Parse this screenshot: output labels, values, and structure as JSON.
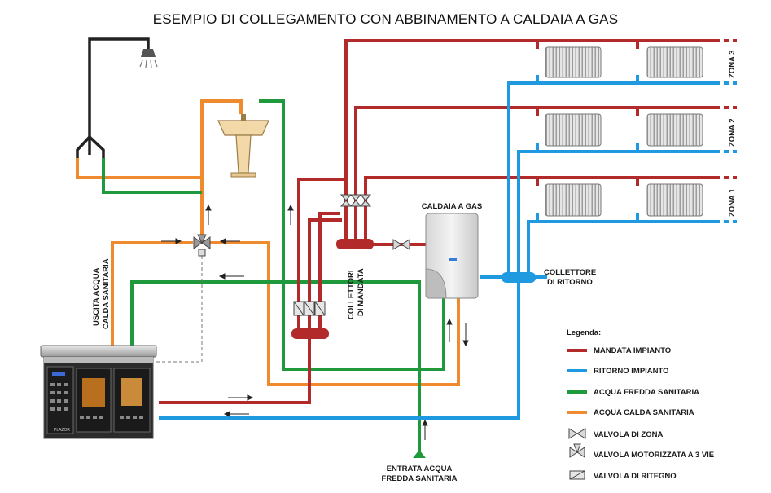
{
  "title": "ESEMPIO DI COLLEGAMENTO CON ABBINAMENTO A CALDAIA A GAS",
  "labels": {
    "caldaia": "CALDAIA A GAS",
    "collettore_ritorno_1": "COLLETTORE",
    "collettore_ritorno_2": "DI RITORNO",
    "collettori_mandata_1": "COLLETTORI",
    "collettori_mandata_2": "DI MANDATA",
    "uscita_1": "USCITA ACQUA",
    "uscita_2": "CALDA SANITARIA",
    "entrata_1": "ENTRATA ACQUA",
    "entrata_2": "FREDDA SANITARIA",
    "zona_3": "ZONA 3",
    "zona_2": "ZONA 2",
    "zona_1": "ZONA 1",
    "stove_brand": "PLAZOR"
  },
  "legend": {
    "title": "Legenda:",
    "items": [
      {
        "label": "MANDATA IMPIANTO",
        "color": "#b22a2a",
        "kind": "line"
      },
      {
        "label": "RITORNO IMPIANTO",
        "color": "#1f9ae0",
        "kind": "line"
      },
      {
        "label": "ACQUA FREDDA SANITARIA",
        "color": "#1e9a3c",
        "kind": "line"
      },
      {
        "label": "ACQUA CALDA SANITARIA",
        "color": "#ef8a2e",
        "kind": "line"
      },
      {
        "label": "VALVOLA DI ZONA",
        "kind": "zone-valve-icon"
      },
      {
        "label": "VALVOLA MOTORIZZATA A 3 VIE",
        "kind": "three-way-valve-icon"
      },
      {
        "label": "VALVOLA DI RITEGNO",
        "kind": "check-valve-icon"
      }
    ]
  },
  "colors": {
    "mandata": "#b22a2a",
    "ritorno": "#1f9ae0",
    "fredda": "#1e9a3c",
    "calda": "#ef8a2e"
  }
}
